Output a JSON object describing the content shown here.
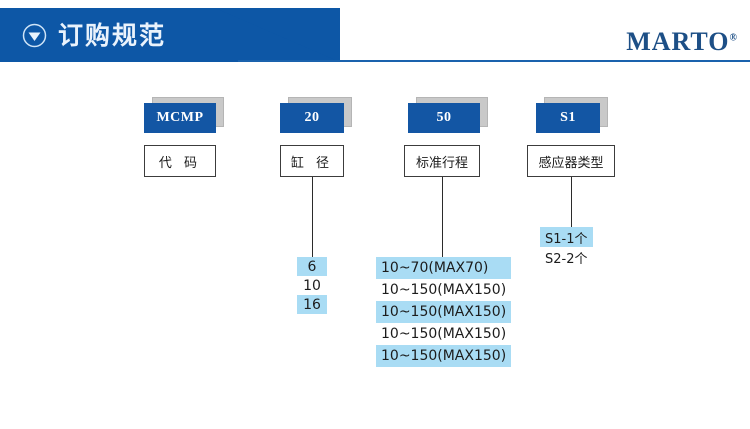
{
  "header": {
    "title": "订购规范",
    "icon": "triangle-down-circle-icon",
    "logo_text": "MARTO",
    "logo_mark": "®",
    "accent_color": "#0d57a6"
  },
  "diagram": {
    "highlight_color": "#a9dcf4",
    "chip_color": "#1356a4",
    "groups": [
      {
        "code": "MCMP",
        "label": "代 码",
        "options": []
      },
      {
        "code": "20",
        "label": "缸 径",
        "options": [
          {
            "text": "6",
            "highlighted": true
          },
          {
            "text": "10",
            "highlighted": false
          },
          {
            "text": "16",
            "highlighted": true
          }
        ]
      },
      {
        "code": "50",
        "label": "标准行程",
        "options": [
          {
            "text": "10~70(MAX70)",
            "highlighted": true
          },
          {
            "text": "10~150(MAX150)",
            "highlighted": false
          },
          {
            "text": "10~150(MAX150)",
            "highlighted": true
          },
          {
            "text": "10~150(MAX150)",
            "highlighted": false
          },
          {
            "text": "10~150(MAX150)",
            "highlighted": true
          }
        ]
      },
      {
        "code": "S1",
        "label": "感应器类型",
        "options": [
          {
            "text": "S1-1个",
            "highlighted": true
          },
          {
            "text": "S2-2个",
            "highlighted": false
          }
        ]
      }
    ]
  }
}
